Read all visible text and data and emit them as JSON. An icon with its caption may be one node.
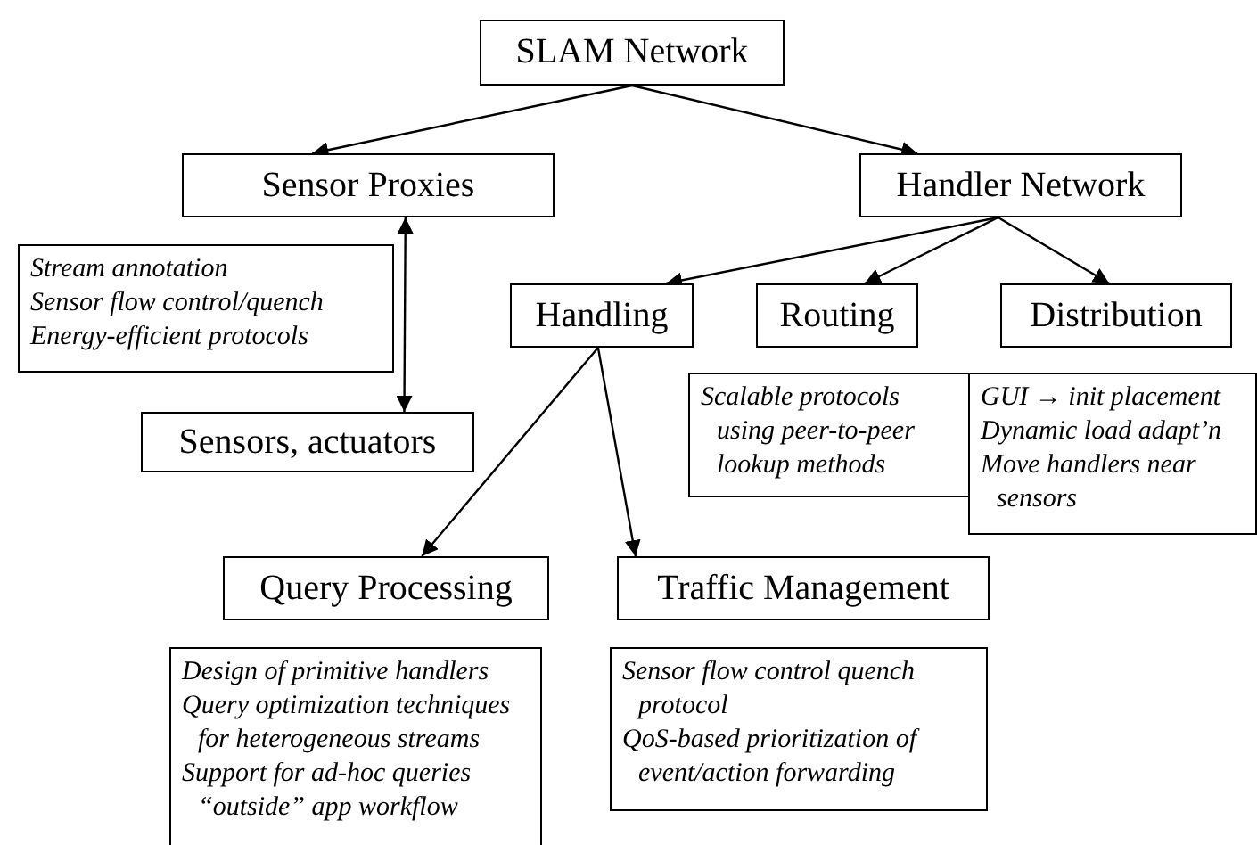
{
  "diagram": {
    "nodes": [
      {
        "text": [
          "SLAM Network"
        ]
      },
      {
        "text": [
          "Sensor Proxies"
        ]
      },
      {
        "text": [
          "Handler Network"
        ]
      },
      {
        "text": [
          "Stream annotation",
          "Sensor flow control/quench",
          "Energy-efficient protocols"
        ]
      },
      {
        "text": [
          "Handling"
        ]
      },
      {
        "text": [
          "Routing"
        ]
      },
      {
        "text": [
          "Distribution"
        ]
      },
      {
        "text": [
          "Sensors, actuators"
        ]
      },
      {
        "text": [
          "Scalable protocols using peer-to-peer lookup methods"
        ]
      },
      {
        "text": [
          "GUI → init placement",
          "Dynamic load adapt’n",
          "Move handlers near sensors"
        ]
      },
      {
        "text": [
          "Query Processing"
        ]
      },
      {
        "text": [
          "Traffic Management"
        ]
      },
      {
        "text": [
          "Design of primitive handlers",
          "Query optimization techniques for heterogeneous streams",
          "Support for ad-hoc queries “outside” app workflow"
        ]
      },
      {
        "text": [
          "Sensor flow control quench protocol",
          "QoS-based prioritization of event/action forwarding"
        ]
      }
    ],
    "edges": [
      {
        "from": 0,
        "to": 1,
        "arrow": "to"
      },
      {
        "from": 0,
        "to": 2,
        "arrow": "to"
      },
      {
        "from": 1,
        "to": 7,
        "arrow": "both"
      },
      {
        "from": 2,
        "to": 4,
        "arrow": "to"
      },
      {
        "from": 2,
        "to": 5,
        "arrow": "to"
      },
      {
        "from": 2,
        "to": 6,
        "arrow": "to"
      },
      {
        "from": 4,
        "to": 10,
        "arrow": "to"
      },
      {
        "from": 4,
        "to": 11,
        "arrow": "to"
      }
    ]
  }
}
